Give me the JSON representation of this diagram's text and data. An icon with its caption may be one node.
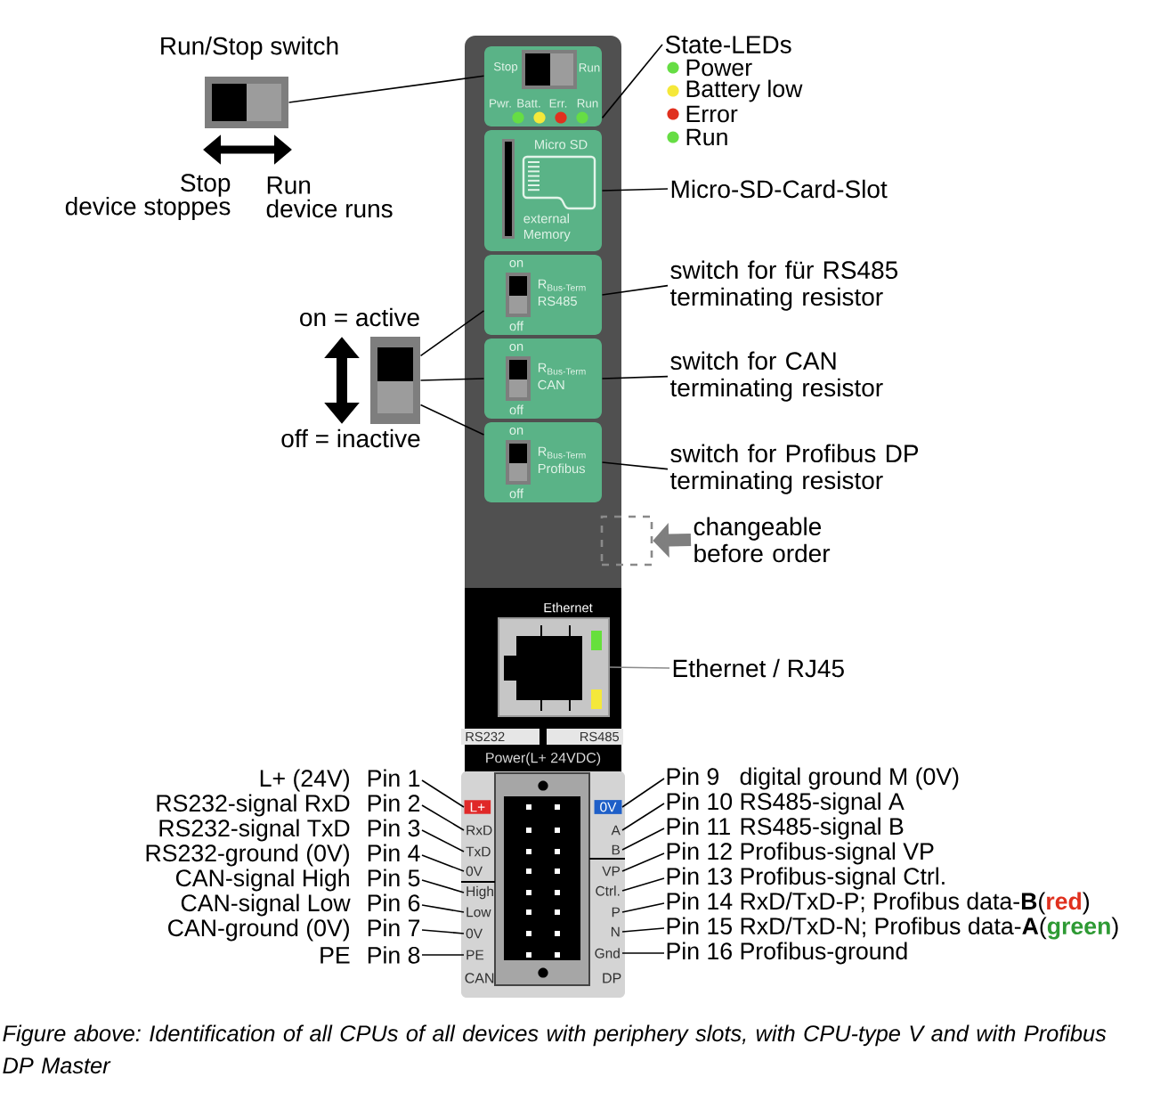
{
  "diagram": {
    "nodes": [
      {
        "text": [
          "Run/Stop switch"
        ],
        "beside": [
          "Stop",
          "device stoppes",
          "Run",
          "device runs"
        ]
      },
      {
        "text": [
          "Stop",
          "Run",
          "Pwr.",
          "Batt.",
          "Err.",
          "Run"
        ]
      },
      {
        "text": [
          "State-LEDs"
        ]
      },
      {
        "text": [
          "Micro SD",
          "external Memory"
        ]
      },
      {
        "text": [
          "Micro-SD-Card-Slot"
        ]
      },
      {
        "text": [
          "on",
          "R$_{Bus-Term}$ RS485",
          "off"
        ]
      },
      {
        "text": [
          "switch for für RS485 terminating resistor"
        ]
      },
      {
        "text": [
          "on = active",
          "off = inactive"
        ]
      },
      {
        "text": [
          "on",
          "R$_{Bus-Term}$ CAN",
          "off"
        ]
      },
      {
        "text": [
          "switch for CAN terminating resistor"
        ]
      },
      {
        "text": [
          "on",
          "R$_{Bus-Term}$ Profibus",
          "off"
        ]
      },
      {
        "text": [
          "switch for Profibus DP terminating resistor"
        ]
      },
      {
        "text": [],
        "shape": "box"
      },
      {
        "text": [
          "changeable before order"
        ]
      },
      {
        "text": [
          "Ethernet"
        ]
      },
      {
        "text": [
          "Ethernet / RJ45"
        ]
      },
      {
        "text": [
          "RS232",
          "RS485",
          "Power(L+ 24VDC)",
          "CAN",
          "DP"
        ]
      },
      {
        "text": [
          "L+"
        ],
        "in": 16
      },
      {
        "text": [
          "RxD"
        ],
        "in": 16
      },
      {
        "text": [
          "TxD"
        ],
        "in": 16
      },
      {
        "text": [
          "0V"
        ],
        "in": 16
      },
      {
        "text": [
          "High"
        ],
        "in": 16
      },
      {
        "text": [
          "Low"
        ],
        "in": 16
      },
      {
        "text": [
          "0V"
        ],
        "in": 16
      },
      {
        "text": [
          "PE"
        ],
        "in": 16
      },
      {
        "text": [
          "0V"
        ],
        "in": 16
      },
      {
        "text": [
          "A"
        ],
        "in": 16
      },
      {
        "text": [
          "B"
        ],
        "in": 16
      },
      {
        "text": [
          "VP"
        ],
        "in": 16
      },
      {
        "text": [
          "Ctrl."
        ],
        "in": 16
      },
      {
        "text": [
          "P"
        ],
        "in": 16
      },
      {
        "text": [
          "N"
        ],
        "in": 16
      },
      {
        "text": [
          "Gnd"
        ],
        "in": 16
      },
      {
        "text": [
          "L+ (24V)",
          "Pin 1"
        ]
      },
      {
        "text": [
          "RS232-signal RxD",
          "Pin 2"
        ]
      },
      {
        "text": [
          "RS232-signal TxD",
          "Pin 3"
        ]
      },
      {
        "text": [
          "RS232-ground (0V)",
          "Pin 4"
        ]
      },
      {
        "text": [
          "CAN-signal High",
          "Pin 5"
        ]
      },
      {
        "text": [
          "CAN-signal Low",
          "Pin 6"
        ]
      },
      {
        "text": [
          "CAN-ground (0V)",
          "Pin 7"
        ]
      },
      {
        "text": [
          "PE",
          "Pin 8"
        ]
      },
      {
        "text": [
          "Pin 9",
          "digital ground M (0V)"
        ]
      },
      {
        "text": [
          "Pin 10",
          "RS485-signal A"
        ]
      },
      {
        "text": [
          "Pin 11",
          "RS485-signal B"
        ]
      },
      {
        "text": [
          "Pin 12",
          "Profibus-signal VP"
        ]
      },
      {
        "text": [
          "Pin 13",
          "Profibus-signal Ctrl."
        ]
      },
      {
        "text": [
          "Pin 14",
          "RxD/TxD-P; Profibus data-**B**",
          "(**red**)"
        ]
      },
      {
        "text": [
          "Pin 15",
          "RxD/TxD-N; Profibus data-**A**",
          "(**green**)"
        ]
      },
      {
        "text": [
          "Pin 16",
          "Profibus-ground"
        ]
      }
    ],
    "edges": [
      {
        "from": 0,
        "to": 1,
        "arrow": "none"
      },
      {
        "from": 2,
        "to": 1,
        "arrow": "none"
      },
      {
        "from": 4,
        "to": 3,
        "arrow": "none"
      },
      {
        "from": 6,
        "to": 5,
        "arrow": "none"
      },
      {
        "from": 7,
        "to": 5,
        "arrow": "none"
      },
      {
        "from": 7,
        "to": 8,
        "arrow": "none"
      },
      {
        "from": 7,
        "to": 10,
        "arrow": "none"
      },
      {
        "from": 9,
        "to": 8,
        "arrow": "none"
      },
      {
        "from": 11,
        "to": 10,
        "arrow": "none"
      },
      {
        "from": 13,
        "to": 12,
        "arrow": "to",
        "style": "thick",
        "color": "#7f7f7f"
      },
      {
        "from": 15,
        "to": 14,
        "arrow": "none",
        "color": "#8a8a8a"
      },
      {
        "from": 33,
        "to": 17,
        "arrow": "none"
      },
      {
        "from": 34,
        "to": 18,
        "arrow": "none"
      },
      {
        "from": 35,
        "to": 19,
        "arrow": "none"
      },
      {
        "from": 36,
        "to": 20,
        "arrow": "none"
      },
      {
        "from": 37,
        "to": 21,
        "arrow": "none"
      },
      {
        "from": 38,
        "to": 22,
        "arrow": "none"
      },
      {
        "from": 39,
        "to": 23,
        "arrow": "none"
      },
      {
        "from": 40,
        "to": 24,
        "arrow": "none"
      },
      {
        "from": 41,
        "to": 25,
        "arrow": "none"
      },
      {
        "from": 42,
        "to": 26,
        "arrow": "none"
      },
      {
        "from": 43,
        "to": 27,
        "arrow": "none"
      },
      {
        "from": 44,
        "to": 28,
        "arrow": "none"
      },
      {
        "from": 45,
        "to": 29,
        "arrow": "none"
      },
      {
        "from": 46,
        "to": 30,
        "arrow": "none"
      },
      {
        "from": 47,
        "to": 31,
        "arrow": "none"
      },
      {
        "from": 48,
        "to": 32,
        "arrow": "none"
      }
    ],
    "legend": [
      {
        "text": "Power",
        "color": "#66dd44"
      },
      {
        "text": "Battery low",
        "color": "#f5e83a"
      },
      {
        "text": "Error",
        "color": "#e0301e"
      },
      {
        "text": "Run",
        "color": "#66dd44"
      }
    ],
    "caption": "Figure above: Identification of all CPUs of all devices with periphery slots, with CPU-type V and with Profibus DP Master"
  }
}
